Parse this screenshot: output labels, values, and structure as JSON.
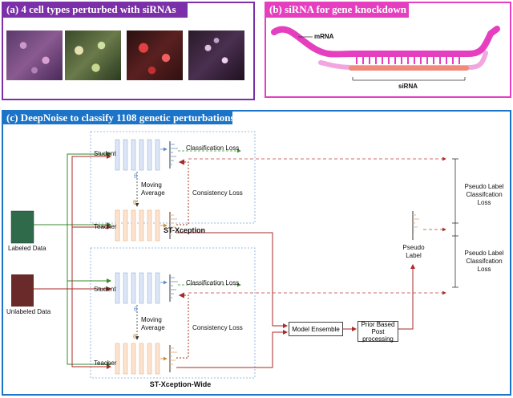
{
  "panel_a": {
    "title": "(a) 4 cell types perturbed with siRNAs"
  },
  "panel_b": {
    "title": "(b) siRNA for gene knockdown",
    "mrna_label": "mRNA",
    "sirna_label": "siRNA"
  },
  "panel_c": {
    "title": "(c) DeepNoise to classify 1108 genetic perturbations",
    "labeled_data": "Labeled Data",
    "unlabeled_data": "Unlabeled Data",
    "top": {
      "student": "Student",
      "teacher": "Teacher",
      "classification_loss": "Classification Loss",
      "consistency_loss": "Consistency Loss",
      "moving_average": "Moving Average",
      "name": "ST-Xception"
    },
    "bottom": {
      "student": "Student",
      "teacher": "Teacher",
      "classification_loss": "Classification Loss",
      "consistency_loss": "Consistency Loss",
      "moving_average": "Moving Average",
      "name": "ST-Xception-Wide"
    },
    "theta_prime": "θ'",
    "theta": "θ",
    "model_ensemble": "Model Ensemble",
    "post_processing": "Prior Based Post processing",
    "pseudo_label": "Pseudo Label",
    "pseudo_loss_top": "Pseudo Label Classifcation Loss",
    "pseudo_loss_bottom": "Pseudo Label Classifcation Loss"
  },
  "colors": {
    "purple": "#7b2fa8",
    "magenta": "#e53fc0",
    "blue": "#1b74c7",
    "green": "#3a8a2e",
    "red": "#a82a2a",
    "student_fill": "#dce6f5",
    "teacher_fill": "#fbe3cf"
  }
}
